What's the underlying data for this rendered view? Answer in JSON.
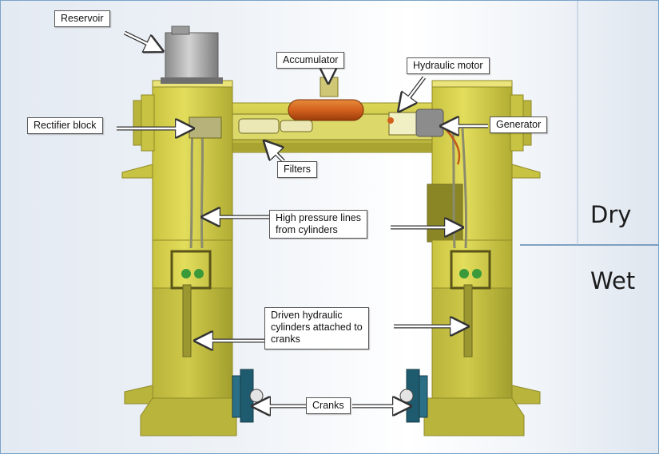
{
  "callouts": {
    "reservoir": "Reservoir",
    "accumulator": "Accumulator",
    "hydraulic_motor": "Hydraulic motor",
    "rectifier_block": "Rectifier block",
    "generator": "Generator",
    "filters": "Filters",
    "high_pressure_lines": [
      "High pressure lines",
      "from cylinders"
    ],
    "driven_cylinders": [
      "Driven hydraulic",
      "cylinders attached to",
      "cranks"
    ],
    "cranks": "Cranks"
  },
  "zones": {
    "dry": "Dry",
    "wet": "Wet"
  },
  "colors": {
    "frame_yellow": "#d6d04a",
    "frame_shadow": "#a9a432",
    "accumulator_orange": "#d2601c",
    "divider_line": "#5a87b0",
    "crank_blue": "#1f6e86"
  }
}
